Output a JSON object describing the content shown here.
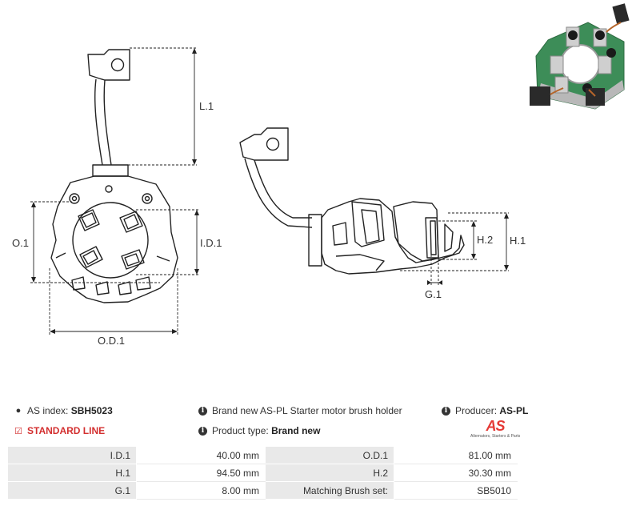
{
  "drawing": {
    "labels": {
      "l1": "L.1",
      "o1": "O.1",
      "id1": "I.D.1",
      "od1": "O.D.1",
      "h1": "H.1",
      "h2": "H.2",
      "g1": "G.1"
    }
  },
  "info": {
    "as_index_label": "AS index:",
    "as_index_value": "SBH5023",
    "standard_line": "STANDARD LINE",
    "description": "Brand new AS-PL Starter motor brush holder",
    "product_type_label": "Product type:",
    "product_type_value": "Brand new",
    "producer_label": "Producer:",
    "producer_value": "AS-PL"
  },
  "logo": {
    "mark": "AS",
    "tagline": "Alternators, Starters & Parts"
  },
  "specs": [
    {
      "k1": "I.D.1",
      "v1": "40.00 mm",
      "k2": "O.D.1",
      "v2": "81.00 mm"
    },
    {
      "k1": "H.1",
      "v1": "94.50 mm",
      "k2": "H.2",
      "v2": "30.30 mm"
    },
    {
      "k1": "G.1",
      "v1": "8.00 mm",
      "k2": "Matching Brush set:",
      "v2": "SB5010"
    }
  ],
  "colors": {
    "accent": "#d32f2f",
    "table_key_bg": "#e9e9e9",
    "line": "#222222"
  }
}
